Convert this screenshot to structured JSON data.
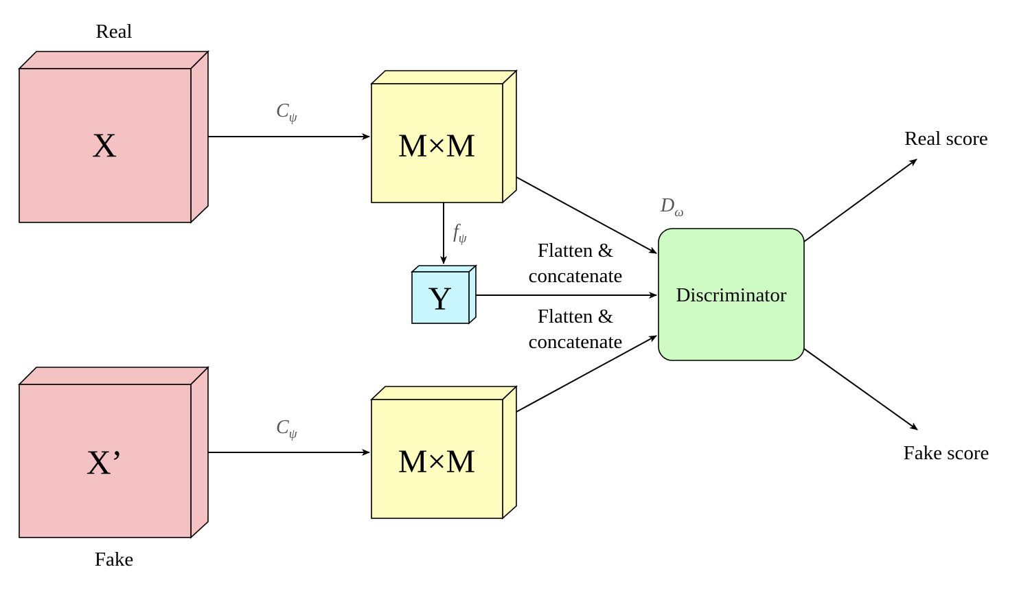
{
  "nodes": {
    "real_input": {
      "label": "X",
      "caption": "Real",
      "color": "#f4c2c2"
    },
    "fake_input": {
      "label": "X’",
      "caption": "Fake",
      "color": "#f4c2c2"
    },
    "mm_real": {
      "label": "M×M",
      "color": "#fffcc0"
    },
    "mm_fake": {
      "label": "M×M",
      "color": "#fffcc0"
    },
    "y_node": {
      "label": "Y",
      "color": "#c8f6fc"
    },
    "discriminator": {
      "label": "Discriminator",
      "color": "#cdfbc3"
    }
  },
  "edges": {
    "c_psi_real": {
      "label_main": "C",
      "label_sub": "ψ"
    },
    "c_psi_fake": {
      "label_main": "C",
      "label_sub": "ψ"
    },
    "f_psi": {
      "label_main": "f",
      "label_sub": "ψ"
    },
    "flatten_top": {
      "line1": "Flatten &",
      "line2": "concatenate"
    },
    "flatten_bottom": {
      "line1": "Flatten &",
      "line2": "concatenate"
    },
    "d_omega": {
      "label_main": "D",
      "label_sub": "ω"
    }
  },
  "outputs": {
    "real_score": "Real score",
    "fake_score": "Fake score"
  }
}
